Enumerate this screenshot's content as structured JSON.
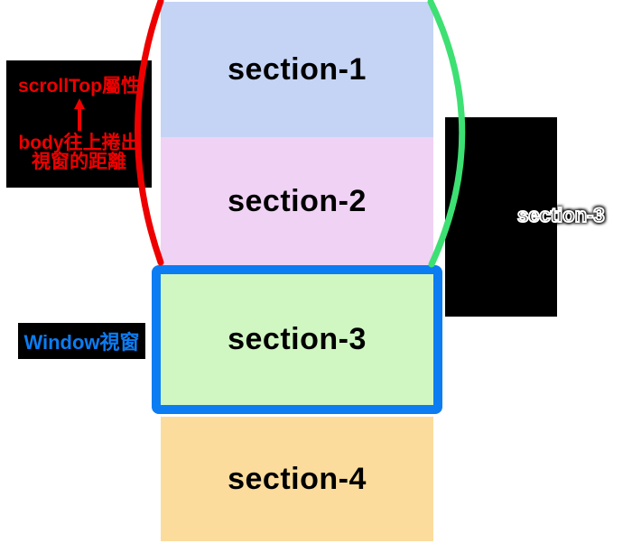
{
  "sections": [
    {
      "id": "section-1",
      "label": "section-1"
    },
    {
      "id": "section-2",
      "label": "section-2"
    },
    {
      "id": "section-3",
      "label": "section-3"
    },
    {
      "id": "section-4",
      "label": "section-4"
    }
  ],
  "callouts": {
    "scrolltop": {
      "title": "scrollTop屬性",
      "desc_line1": "body往上捲出",
      "desc_line2": "視窗的距離"
    },
    "window": {
      "text": "Window視窗"
    },
    "right": {
      "text": "section-3"
    }
  },
  "icons": {
    "up_arrow": "up-arrow-icon"
  },
  "colors": {
    "section1-color": "#c5d4f5",
    "section2-color": "#f0d2f5",
    "section3-color": "#d0f7c2",
    "section4-color": "#fbdc9c",
    "viewport-border-color": "#0c7cf2",
    "annotation-red": "#ee0000",
    "annotation-blue": "#0c7cf2",
    "bracket-left-color": "#ee0000",
    "bracket-right-color": "#3de073"
  }
}
